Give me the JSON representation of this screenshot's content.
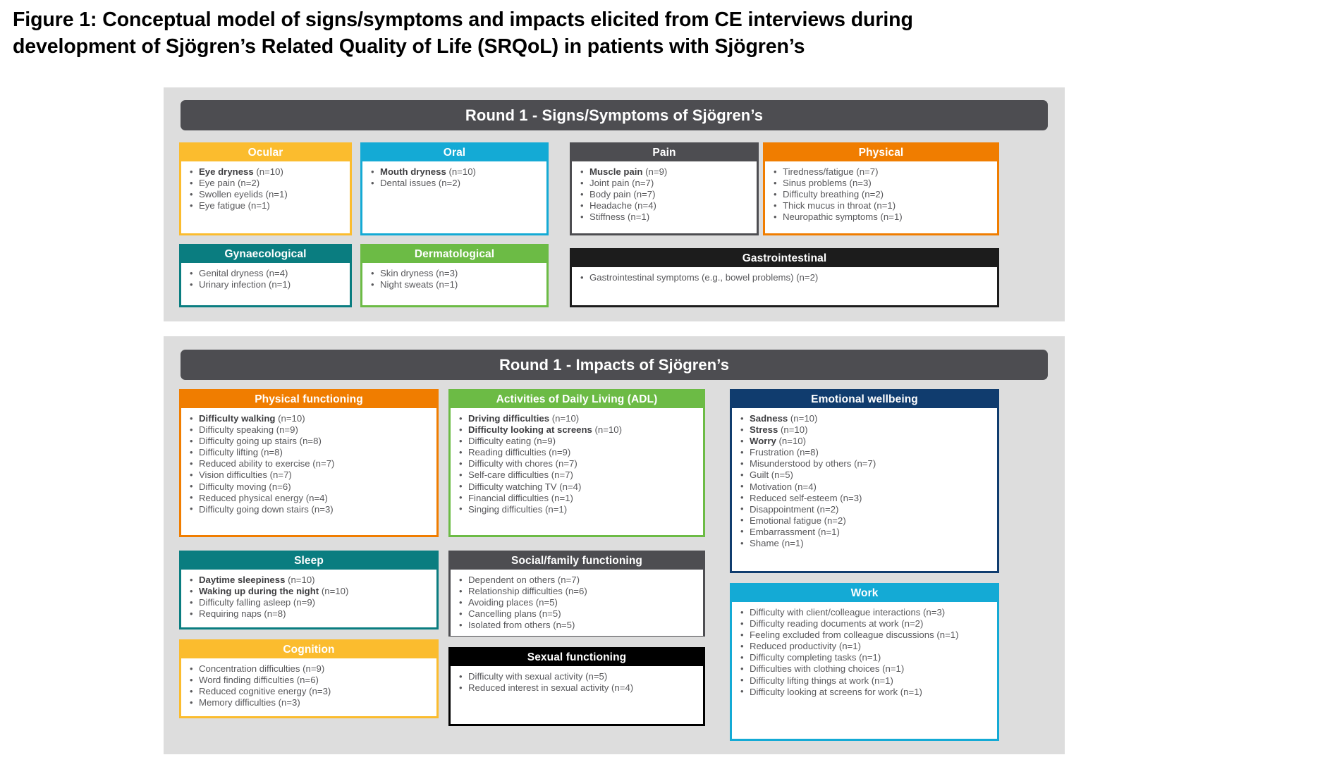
{
  "figure": {
    "caption_line1": "Figure 1: Conceptual model of signs/symptoms and impacts elicited from CE interviews during",
    "caption_line2": "development of Sjögren’s Related Quality of Life (SRQoL) in patients with Sjögren’s"
  },
  "sections": {
    "signs": {
      "header": "Round 1 - Signs/Symptoms of Sjögren’s",
      "cards": {
        "ocular": {
          "title": "Ocular",
          "color": "#fbbc2e",
          "items": [
            {
              "bold": "Eye dryness",
              "rest": " (n=10)"
            },
            {
              "bold": "",
              "rest": "Eye pain (n=2)"
            },
            {
              "bold": "",
              "rest": "Swollen eyelids (n=1)"
            },
            {
              "bold": "",
              "rest": "Eye fatigue (n=1)"
            }
          ]
        },
        "oral": {
          "title": "Oral",
          "color": "#14aad5",
          "items": [
            {
              "bold": "Mouth dryness",
              "rest": " (n=10)"
            },
            {
              "bold": "",
              "rest": "Dental issues (n=2)"
            }
          ]
        },
        "pain": {
          "title": "Pain",
          "color": "#4d4d51",
          "items": [
            {
              "bold": "Muscle pain",
              "rest": " (n=9)"
            },
            {
              "bold": "",
              "rest": "Joint pain (n=7)"
            },
            {
              "bold": "",
              "rest": "Body pain (n=7)"
            },
            {
              "bold": "",
              "rest": "Headache (n=4)"
            },
            {
              "bold": "",
              "rest": "Stiffness (n=1)"
            }
          ]
        },
        "physical": {
          "title": "Physical",
          "color": "#f07d00",
          "items": [
            {
              "bold": "",
              "rest": "Tiredness/fatigue (n=7)"
            },
            {
              "bold": "",
              "rest": "Sinus problems (n=3)"
            },
            {
              "bold": "",
              "rest": "Difficulty breathing (n=2)"
            },
            {
              "bold": "",
              "rest": "Thick mucus in throat (n=1)"
            },
            {
              "bold": "",
              "rest": "Neuropathic symptoms (n=1)"
            }
          ]
        },
        "gynaecological": {
          "title": "Gynaecological",
          "color": "#0a7d80",
          "items": [
            {
              "bold": "",
              "rest": "Genital dryness (n=4)"
            },
            {
              "bold": "",
              "rest": "Urinary infection (n=1)"
            }
          ]
        },
        "dermatological": {
          "title": "Dermatological",
          "color": "#6cbb45",
          "items": [
            {
              "bold": "",
              "rest": "Skin dryness (n=3)"
            },
            {
              "bold": "",
              "rest": "Night sweats (n=1)"
            }
          ]
        },
        "gastrointestinal": {
          "title": "Gastrointestinal",
          "color": "#1c1c1c",
          "items": [
            {
              "bold": "",
              "rest": "Gastrointestinal symptoms (e.g., bowel problems) (n=2)"
            }
          ]
        }
      }
    },
    "impacts": {
      "header": "Round 1 - Impacts of Sjögren’s",
      "cards": {
        "physical_functioning": {
          "title": "Physical functioning",
          "color": "#f07d00",
          "items": [
            {
              "bold": "Difficulty walking",
              "rest": " (n=10)"
            },
            {
              "bold": "",
              "rest": "Difficulty speaking (n=9)"
            },
            {
              "bold": "",
              "rest": "Difficulty going up stairs (n=8)"
            },
            {
              "bold": "",
              "rest": "Difficulty lifting (n=8)"
            },
            {
              "bold": "",
              "rest": "Reduced ability to exercise (n=7)"
            },
            {
              "bold": "",
              "rest": "Vision difficulties (n=7)"
            },
            {
              "bold": "",
              "rest": "Difficulty moving (n=6)"
            },
            {
              "bold": "",
              "rest": "Reduced physical energy (n=4)"
            },
            {
              "bold": "",
              "rest": "Difficulty going down stairs (n=3)"
            }
          ]
        },
        "adl": {
          "title": "Activities of Daily Living (ADL)",
          "color": "#6cbb45",
          "items": [
            {
              "bold": "Driving difficulties",
              "rest": " (n=10)"
            },
            {
              "bold": "Difficulty looking at screens",
              "rest": " (n=10)"
            },
            {
              "bold": "",
              "rest": "Difficulty eating (n=9)"
            },
            {
              "bold": "",
              "rest": "Reading difficulties (n=9)"
            },
            {
              "bold": "",
              "rest": "Difficulty with chores (n=7)"
            },
            {
              "bold": "",
              "rest": "Self-care difficulties (n=7)"
            },
            {
              "bold": "",
              "rest": "Difficulty watching TV (n=4)"
            },
            {
              "bold": "",
              "rest": "Financial difficulties (n=1)"
            },
            {
              "bold": "",
              "rest": "Singing difficulties (n=1)"
            }
          ]
        },
        "emotional_wellbeing": {
          "title": "Emotional wellbeing",
          "color": "#103c6e",
          "items": [
            {
              "bold": "Sadness",
              "rest": " (n=10)"
            },
            {
              "bold": "Stress",
              "rest": " (n=10)"
            },
            {
              "bold": "Worry",
              "rest": " (n=10)"
            },
            {
              "bold": "",
              "rest": "Frustration (n=8)"
            },
            {
              "bold": "",
              "rest": "Misunderstood by others (n=7)"
            },
            {
              "bold": "",
              "rest": "Guilt (n=5)"
            },
            {
              "bold": "",
              "rest": "Motivation (n=4)"
            },
            {
              "bold": "",
              "rest": "Reduced self-esteem (n=3)"
            },
            {
              "bold": "",
              "rest": "Disappointment (n=2)"
            },
            {
              "bold": "",
              "rest": "Emotional fatigue (n=2)"
            },
            {
              "bold": "",
              "rest": "Embarrassment (n=1)"
            },
            {
              "bold": "",
              "rest": "Shame (n=1)"
            }
          ]
        },
        "sleep": {
          "title": "Sleep",
          "color": "#0a7d80",
          "items": [
            {
              "bold": "Daytime sleepiness",
              "rest": " (n=10)"
            },
            {
              "bold": "Waking up during the night",
              "rest": " (n=10)"
            },
            {
              "bold": "",
              "rest": "Difficulty falling asleep (n=9)"
            },
            {
              "bold": "",
              "rest": "Requiring naps (n=8)"
            }
          ]
        },
        "social_family_functioning": {
          "title": "Social/family functioning",
          "color": "#4d4d51",
          "items": [
            {
              "bold": "",
              "rest": "Dependent on others (n=7)"
            },
            {
              "bold": "",
              "rest": "Relationship difficulties (n=6)"
            },
            {
              "bold": "",
              "rest": "Avoiding places (n=5)"
            },
            {
              "bold": "",
              "rest": "Cancelling plans (n=5)"
            },
            {
              "bold": "",
              "rest": "Isolated from others (n=5)"
            }
          ]
        },
        "work": {
          "title": "Work",
          "color": "#14aad5",
          "items": [
            {
              "bold": "",
              "rest": "Difficulty with client/colleague interactions (n=3)"
            },
            {
              "bold": "",
              "rest": "Difficulty reading documents at work (n=2)"
            },
            {
              "bold": "",
              "rest": "Feeling excluded from colleague discussions (n=1)"
            },
            {
              "bold": "",
              "rest": "Reduced productivity (n=1)"
            },
            {
              "bold": "",
              "rest": "Difficulty completing tasks (n=1)"
            },
            {
              "bold": "",
              "rest": "Difficulties with clothing choices (n=1)"
            },
            {
              "bold": "",
              "rest": "Difficulty lifting things at work (n=1)"
            },
            {
              "bold": "",
              "rest": "Difficulty looking at screens for work (n=1)"
            }
          ]
        },
        "cognition": {
          "title": "Cognition",
          "color": "#fbbc2e",
          "items": [
            {
              "bold": "",
              "rest": "Concentration difficulties (n=9)"
            },
            {
              "bold": "",
              "rest": "Word finding difficulties (n=6)"
            },
            {
              "bold": "",
              "rest": "Reduced cognitive energy (n=3)"
            },
            {
              "bold": "",
              "rest": "Memory difficulties (n=3)"
            }
          ]
        },
        "sexual_functioning": {
          "title": "Sexual functioning",
          "color": "#000000",
          "items": [
            {
              "bold": "",
              "rest": "Difficulty with sexual activity (n=5)"
            },
            {
              "bold": "",
              "rest": "Reduced interest in sexual activity (n=4)"
            }
          ]
        }
      }
    }
  }
}
